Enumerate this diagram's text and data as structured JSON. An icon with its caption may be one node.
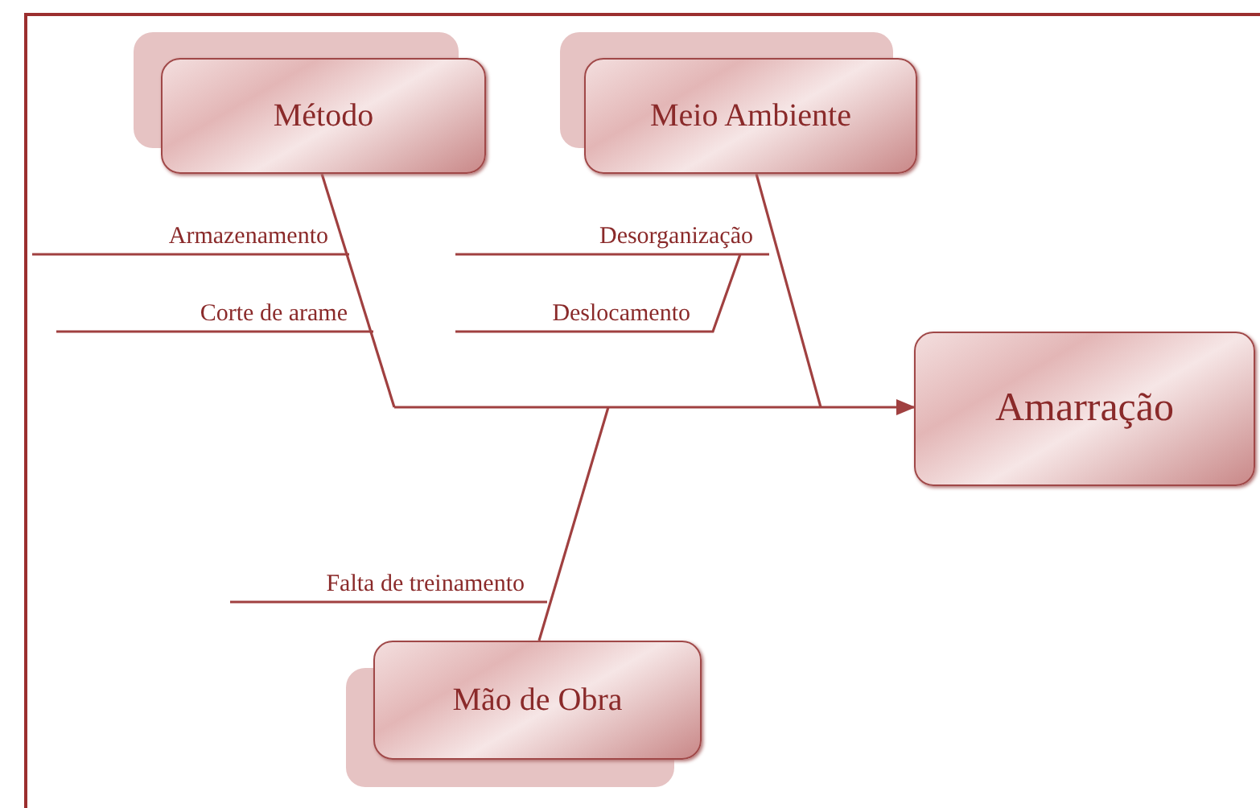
{
  "diagram": {
    "nodes": [
      {
        "text": [
          "Método"
        ]
      },
      {
        "text": [
          "Meio Ambiente"
        ]
      },
      {
        "text": [
          "Amarração"
        ]
      },
      {
        "text": [
          "Mão de Obra"
        ]
      },
      {
        "text": [
          "Armazenamento"
        ]
      },
      {
        "text": [
          "Corte de arame"
        ]
      },
      {
        "text": [
          "Desorganização"
        ]
      },
      {
        "text": [
          "Deslocamento"
        ]
      },
      {
        "text": [
          "Falta de treinamento"
        ]
      }
    ],
    "edges": [
      {
        "from": 0,
        "to": null,
        "arrow": "none"
      },
      {
        "from": 1,
        "to": null,
        "arrow": "none"
      },
      {
        "from": 3,
        "to": null,
        "arrow": "none"
      },
      {
        "from": null,
        "to": 2,
        "arrow": "to"
      },
      {
        "from": 4,
        "to": null,
        "arrow": "none"
      },
      {
        "from": 5,
        "to": null,
        "arrow": "none"
      },
      {
        "from": 6,
        "to": null,
        "arrow": "none"
      },
      {
        "from": 7,
        "to": null,
        "arrow": "none"
      },
      {
        "from": 8,
        "to": null,
        "arrow": "none"
      }
    ]
  }
}
